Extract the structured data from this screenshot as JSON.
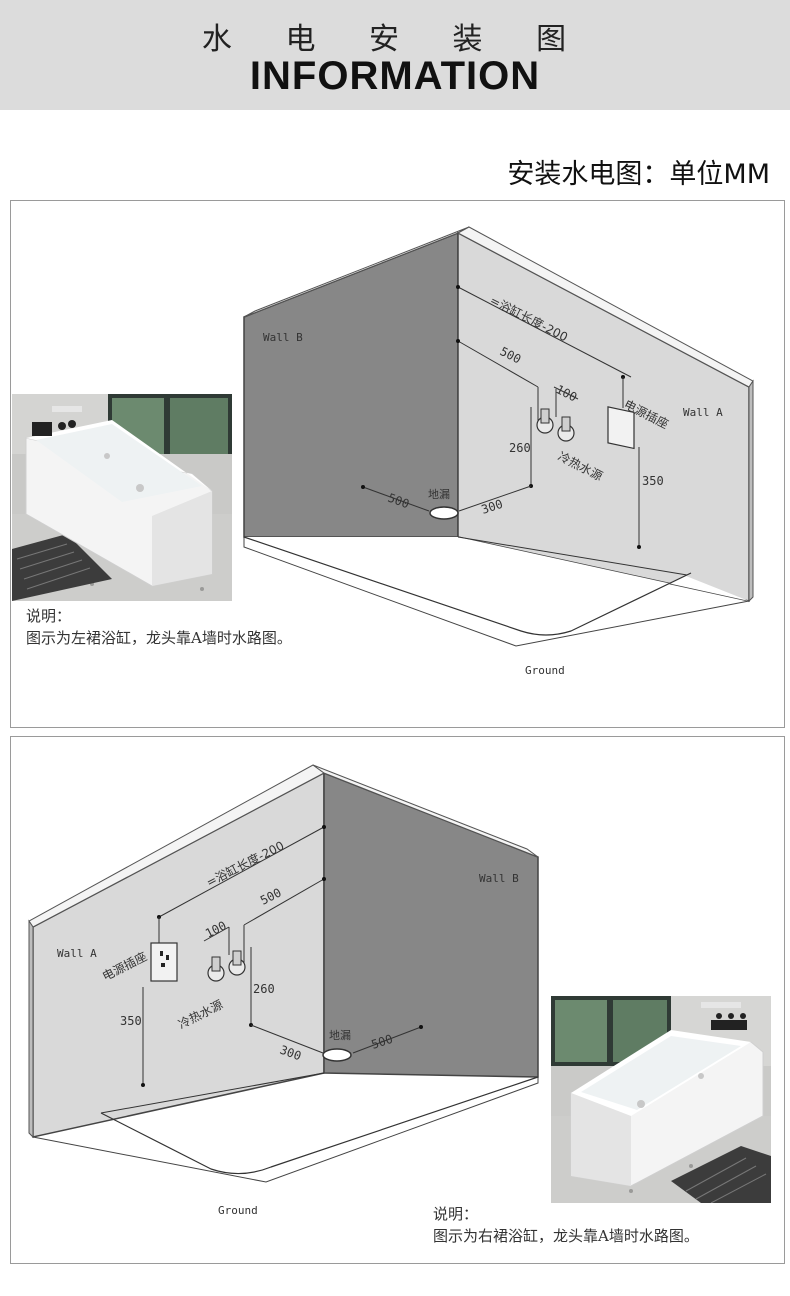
{
  "header": {
    "title_cn": "水 电 安 装 图",
    "title_en": "INFORMATION"
  },
  "subtitle": "安装水电图：单位MM",
  "panels": [
    {
      "variant": "left-skirt",
      "wall_b": "Wall B",
      "wall_a": "Wall A",
      "length_label": "=浴缸长度-200",
      "dim_500": "500",
      "dim_100": "100",
      "dim_260": "260",
      "dim_350": "350",
      "floor_500": "500",
      "floor_300": "300",
      "drain_label": "地漏",
      "socket_label": "电源插座",
      "water_label": "冷热水源",
      "ground_label": "Ground",
      "note_title": "说明：",
      "note_text": "图示为左裙浴缸，龙头靠A墙时水路图。"
    },
    {
      "variant": "right-skirt",
      "wall_b": "Wall B",
      "wall_a": "Wall A",
      "length_label": "=浴缸长度-200",
      "dim_500": "500",
      "dim_100": "100",
      "dim_260": "260",
      "dim_350": "350",
      "floor_500": "500",
      "floor_300": "300",
      "drain_label": "地漏",
      "socket_label": "电源插座",
      "water_label": "冷热水源",
      "ground_label": "Ground",
      "note_title": "说明：",
      "note_text": "图示为右裙浴缸，龙头靠A墙时水路图。"
    }
  ],
  "colors": {
    "header_bg": "#dcdcdc",
    "wall_dark": "#868686",
    "wall_light": "#d9d9d9",
    "line": "#333333"
  }
}
